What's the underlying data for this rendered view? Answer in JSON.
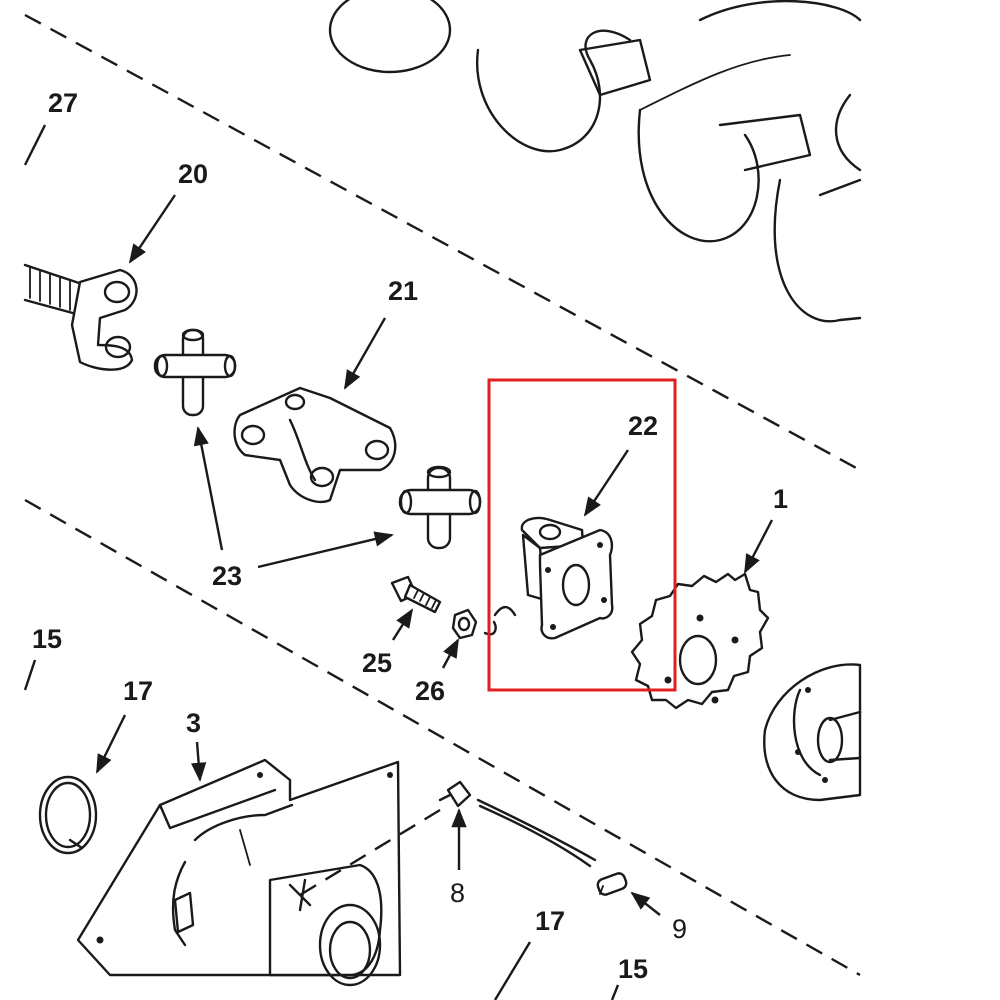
{
  "callouts": {
    "c27": "27",
    "c20": "20",
    "c21": "21",
    "c22": "22",
    "c23": "23",
    "c1": "1",
    "c25": "25",
    "c26": "26",
    "c15a": "15",
    "c17a": "17",
    "c3": "3",
    "c8": "8",
    "c9": "9",
    "c17b": "17",
    "c15b": "15"
  },
  "highlight": {
    "color": "#e0201c",
    "target": "22"
  }
}
